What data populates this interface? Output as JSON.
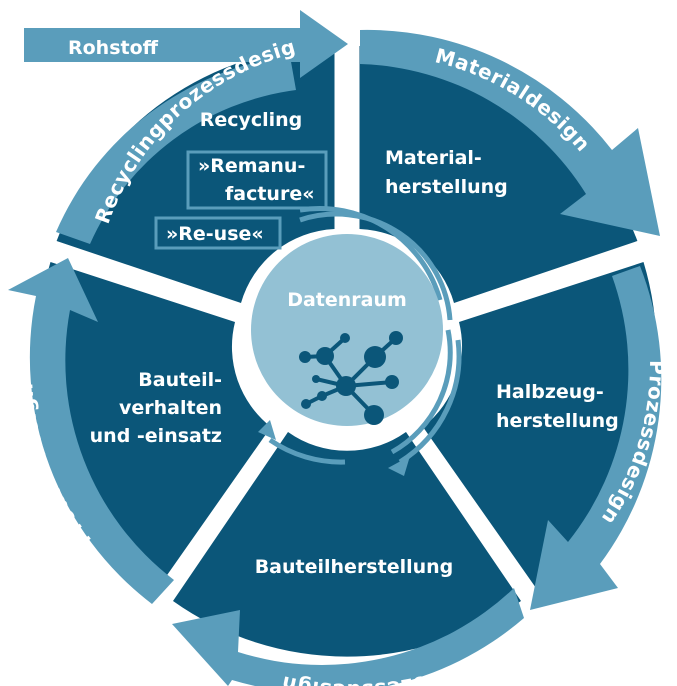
{
  "colors": {
    "segment": "#0b5679",
    "ring_arrow": "#5a9dbb",
    "hub": "#93c1d4",
    "hub_ring": "#5a9dbb",
    "network": "#0b5679",
    "text": "#ffffff"
  },
  "raw_material": {
    "label": "Rohstoff"
  },
  "segments": [
    {
      "id": "recycling",
      "lines": [
        "Recycling"
      ]
    },
    {
      "id": "material",
      "lines": [
        "Material-",
        "herstellung"
      ]
    },
    {
      "id": "halbzeug",
      "lines": [
        "Halbzeug-",
        "herstellung"
      ]
    },
    {
      "id": "bauteil",
      "lines": [
        "Bauteilherstellung"
      ]
    },
    {
      "id": "verhalten",
      "lines": [
        "Bauteil-",
        "verhalten",
        "und -einsatz"
      ]
    }
  ],
  "recycling_boxes": {
    "remanufacture": [
      "»Remanu-",
      "facture«"
    ],
    "reuse": "»Re-use«"
  },
  "ring_labels": {
    "recyclingprozessdesign": "Recyclingprozessdesign",
    "materialdesign": "Materialdesign",
    "prozessdesign_right": "Prozessdesign",
    "prozessdesign_bottom": "Prozessdesign",
    "produktdesign": "Produktdesign"
  },
  "hub": {
    "label": "Datenraum",
    "icon": "data-network-icon"
  }
}
